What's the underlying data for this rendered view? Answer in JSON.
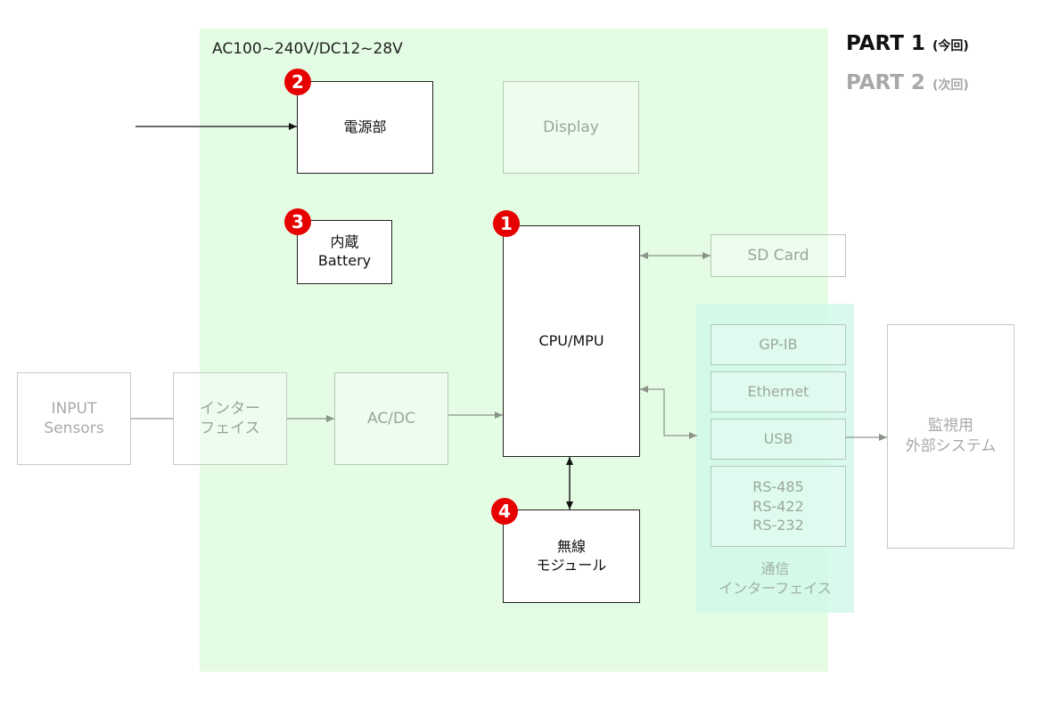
{
  "supply_label": "AC100~240V/DC12~28V",
  "legend": {
    "part1": {
      "label": "PART 1",
      "sub": "(今回)"
    },
    "part2": {
      "label": "PART 2",
      "sub": "(次回)"
    }
  },
  "blocks": {
    "power": "電源部",
    "display": "Display",
    "battery": "内蔵\nBattery",
    "cpu": "CPU/MPU",
    "sdcard": "SD Card",
    "input": "INPUT\nSensors",
    "interface": "インター\nフェイス",
    "acdc": "AC/DC",
    "wireless": "無線\nモジュール",
    "gpib": "GP-IB",
    "ethernet": "Ethernet",
    "usb": "USB",
    "rs": "RS-485\nRS-422\nRS-232",
    "external": "監視用\n外部システム"
  },
  "comm_label": "通信\nインターフェイス",
  "badges": {
    "cpu": "1",
    "power": "2",
    "battery": "3",
    "wireless": "4"
  },
  "colors": {
    "active_border": "#222222",
    "faded_border": "#b8c8b8",
    "badge": "#e60000",
    "system_area": "#e3fce3",
    "comm_area": "#d2f8ea"
  }
}
